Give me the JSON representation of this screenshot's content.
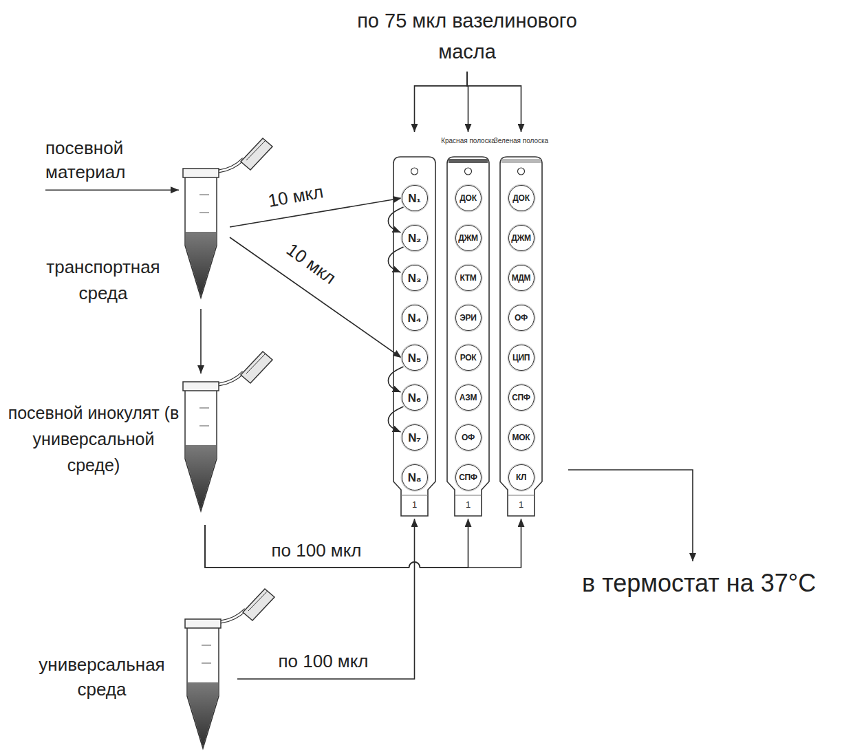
{
  "diagram": {
    "nodes": [
      {
        "text": [
          "по 75 мкл вазелинового масла"
        ]
      },
      {
        "text": [
          "посевной материал"
        ]
      },
      {
        "text": [
          "транспортная среда"
        ]
      },
      {
        "text": [
          "посевной инокулят (в универсальной среде)"
        ]
      },
      {
        "text": [
          "универсальная среда"
        ]
      },
      {
        "text": [
          "1"
        ]
      },
      {
        "text": [
          "N₁"
        ],
        "in": 5
      },
      {
        "text": [
          "N₂"
        ],
        "in": 5
      },
      {
        "text": [
          "N₃"
        ],
        "in": 5
      },
      {
        "text": [
          "N₄"
        ],
        "in": 5
      },
      {
        "text": [
          "N₅"
        ],
        "in": 5
      },
      {
        "text": [
          "N₆"
        ],
        "in": 5
      },
      {
        "text": [
          "N₇"
        ],
        "in": 5
      },
      {
        "text": [
          "N₈"
        ],
        "in": 5
      },
      {
        "text": [
          "Красная полоска",
          "1"
        ]
      },
      {
        "text": [
          "ДОК"
        ],
        "in": 14
      },
      {
        "text": [
          "ДЖМ"
        ],
        "in": 14
      },
      {
        "text": [
          "КТМ"
        ],
        "in": 14
      },
      {
        "text": [
          "ЭРИ"
        ],
        "in": 14
      },
      {
        "text": [
          "РОК"
        ],
        "in": 14
      },
      {
        "text": [
          "АЗМ"
        ],
        "in": 14
      },
      {
        "text": [
          "ОФ"
        ],
        "in": 14
      },
      {
        "text": [
          "СПФ"
        ],
        "in": 14
      },
      {
        "text": [
          "Зеленая полоска",
          "1"
        ]
      },
      {
        "text": [
          "ДОК"
        ],
        "in": 23
      },
      {
        "text": [
          "ДЖМ"
        ],
        "in": 23
      },
      {
        "text": [
          "МДМ"
        ],
        "in": 23
      },
      {
        "text": [
          "ОФ"
        ],
        "in": 23
      },
      {
        "text": [
          "ЦИП"
        ],
        "in": 23
      },
      {
        "text": [
          "СПФ"
        ],
        "in": 23
      },
      {
        "text": [
          "МОК"
        ],
        "in": 23
      },
      {
        "text": [
          "КЛ"
        ],
        "in": 23
      },
      {
        "text": [
          "в термостат на 37°C"
        ]
      }
    ],
    "edges": [
      {
        "from": 1,
        "to": 2,
        "arrow": "to"
      },
      {
        "from": 2,
        "to": 6,
        "label": "10 мкл",
        "arrow": "to"
      },
      {
        "from": 2,
        "to": 10,
        "label": "10 мкл",
        "arrow": "to"
      },
      {
        "from": 6,
        "to": 7,
        "arrow": "to"
      },
      {
        "from": 7,
        "to": 8,
        "arrow": "to"
      },
      {
        "from": 10,
        "to": 11,
        "arrow": "to"
      },
      {
        "from": 11,
        "to": 12,
        "arrow": "to"
      },
      {
        "from": 2,
        "to": 3,
        "arrow": "to"
      },
      {
        "from": 3,
        "to": 14,
        "label": "по 100 мкл",
        "arrow": "to"
      },
      {
        "from": 3,
        "to": 23,
        "arrow": "to"
      },
      {
        "from": 4,
        "to": 5,
        "label": "по 100 мкл",
        "arrow": "to"
      },
      {
        "from": 0,
        "to": 5,
        "arrow": "to"
      },
      {
        "from": 0,
        "to": 14,
        "arrow": "to"
      },
      {
        "from": 0,
        "to": 23,
        "arrow": "to"
      },
      {
        "from": 23,
        "to": 32,
        "arrow": "to"
      }
    ]
  }
}
